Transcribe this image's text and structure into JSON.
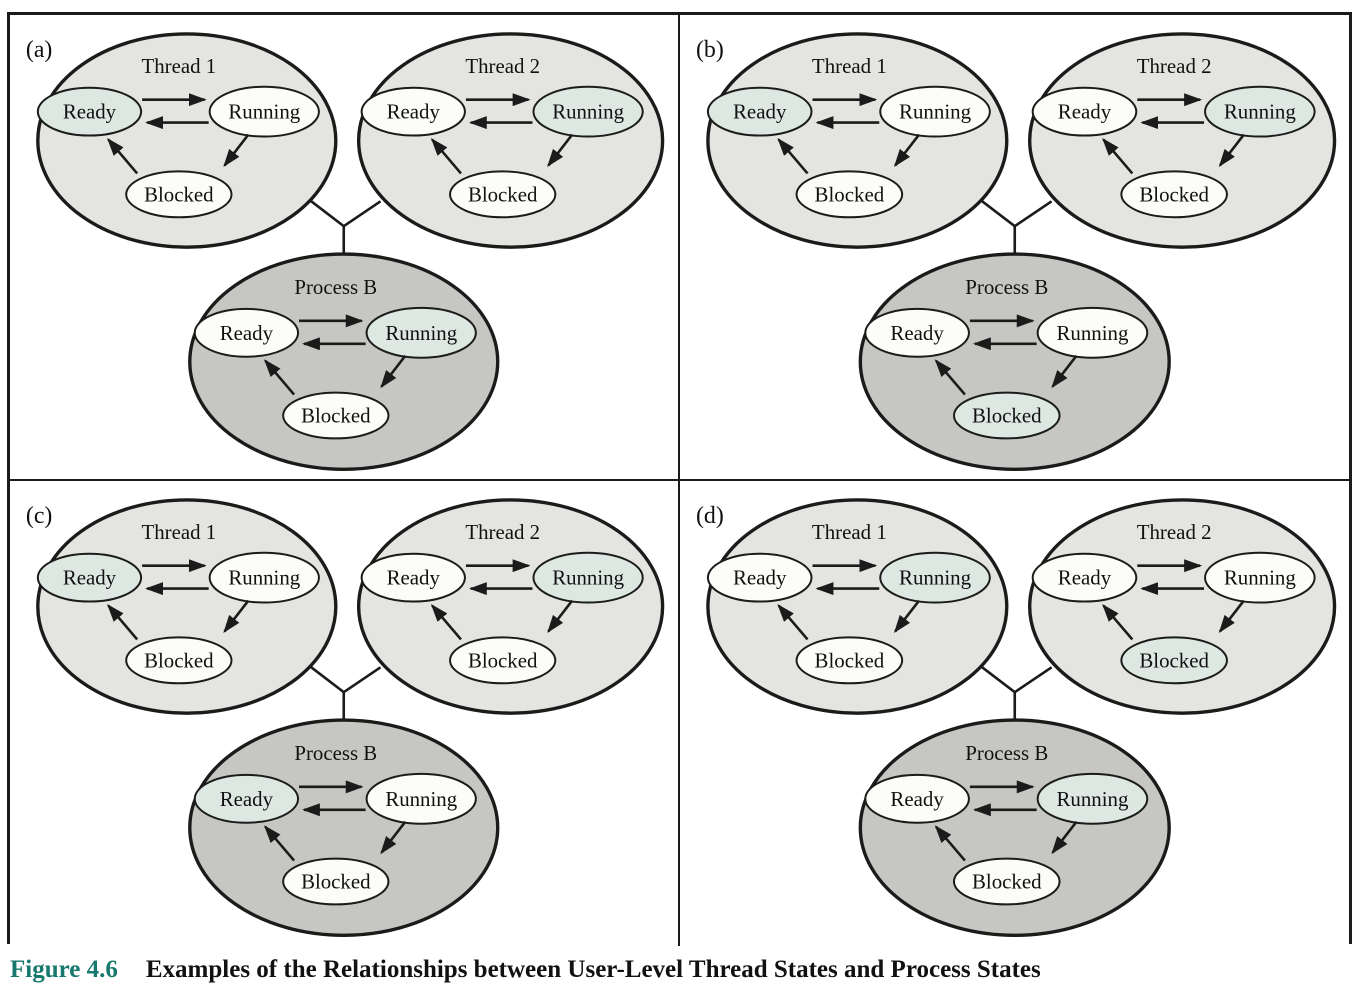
{
  "figure": {
    "number_label": "Figure 4.6",
    "title": "Examples of the Relationships between User-Level Thread States and Process States",
    "accent_color": "#17796e"
  },
  "colors": {
    "thread_fill": "#e4e5e1",
    "process_fill": "#c6c7c3",
    "state_fill": "#fcfcf8",
    "highlight_fill": "#dde8e2",
    "line": "#1b1b1b"
  },
  "state_labels": {
    "ready": "Ready",
    "running": "Running",
    "blocked": "Blocked"
  },
  "panels": [
    {
      "key": "a",
      "label": "(a)",
      "thread1": {
        "title": "Thread 1",
        "highlight": "ready"
      },
      "thread2": {
        "title": "Thread 2",
        "highlight": "running"
      },
      "process": {
        "title": "Process B",
        "highlight": "running"
      }
    },
    {
      "key": "b",
      "label": "(b)",
      "thread1": {
        "title": "Thread 1",
        "highlight": "ready"
      },
      "thread2": {
        "title": "Thread 2",
        "highlight": "running"
      },
      "process": {
        "title": "Process B",
        "highlight": "blocked"
      }
    },
    {
      "key": "c",
      "label": "(c)",
      "thread1": {
        "title": "Thread 1",
        "highlight": "ready"
      },
      "thread2": {
        "title": "Thread 2",
        "highlight": "running"
      },
      "process": {
        "title": "Process B",
        "highlight": "ready"
      }
    },
    {
      "key": "d",
      "label": "(d)",
      "thread1": {
        "title": "Thread 1",
        "highlight": "running"
      },
      "thread2": {
        "title": "Thread 2",
        "highlight": "blocked"
      },
      "process": {
        "title": "Process B",
        "highlight": "running"
      }
    }
  ]
}
